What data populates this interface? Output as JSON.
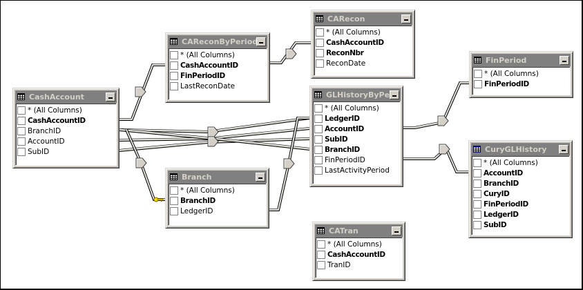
{
  "diagram": {
    "tables": [
      {
        "id": "CashAccount",
        "title": "CashAccount",
        "selected": false,
        "columns": [
          {
            "name": "* (All Columns)",
            "key": false
          },
          {
            "name": "CashAccountID",
            "key": true
          },
          {
            "name": "BranchID",
            "key": false
          },
          {
            "name": "AccountID",
            "key": false
          },
          {
            "name": "SubID",
            "key": false
          }
        ]
      },
      {
        "id": "CAReconByPeriod",
        "title": "CAReconByPeriod",
        "selected": false,
        "columns": [
          {
            "name": "* (All Columns)",
            "key": false
          },
          {
            "name": "CashAccountID",
            "key": true
          },
          {
            "name": "FinPeriodID",
            "key": true
          },
          {
            "name": "LastReconDate",
            "key": false
          }
        ]
      },
      {
        "id": "CARecon",
        "title": "CARecon",
        "selected": false,
        "columns": [
          {
            "name": "* (All Columns)",
            "key": false
          },
          {
            "name": "CashAccountID",
            "key": true
          },
          {
            "name": "ReconNbr",
            "key": true
          },
          {
            "name": "ReconDate",
            "key": false
          }
        ]
      },
      {
        "id": "FinPeriod",
        "title": "FinPeriod",
        "selected": false,
        "columns": [
          {
            "name": "* (All Columns)",
            "key": false
          },
          {
            "name": "FinPeriodID",
            "key": true
          }
        ]
      },
      {
        "id": "GLHistoryByPeriod",
        "title": "GLHistoryByPeriod",
        "selected": false,
        "columns": [
          {
            "name": "* (All Columns)",
            "key": false
          },
          {
            "name": "LedgerID",
            "key": true
          },
          {
            "name": "AccountID",
            "key": true
          },
          {
            "name": "SubID",
            "key": true
          },
          {
            "name": "BranchID",
            "key": true
          },
          {
            "name": "FinPeriodID",
            "key": false
          },
          {
            "name": "LastActivityPeriod",
            "key": false
          }
        ]
      },
      {
        "id": "CuryGLHistory",
        "title": "CuryGLHistory",
        "selected": true,
        "columns": [
          {
            "name": "* (All Columns)",
            "key": false
          },
          {
            "name": "AccountID",
            "key": true
          },
          {
            "name": "BranchID",
            "key": true
          },
          {
            "name": "CuryID",
            "key": true
          },
          {
            "name": "FinPeriodID",
            "key": true
          },
          {
            "name": "LedgerID",
            "key": true
          },
          {
            "name": "SubID",
            "key": true
          }
        ]
      },
      {
        "id": "Branch",
        "title": "Branch",
        "selected": false,
        "columns": [
          {
            "name": "* (All Columns)",
            "key": false
          },
          {
            "name": "BranchID",
            "key": true
          },
          {
            "name": "LedgerID",
            "key": false
          }
        ]
      },
      {
        "id": "CATran",
        "title": "CATran",
        "selected": false,
        "columns": [
          {
            "name": "* (All Columns)",
            "key": false
          },
          {
            "name": "CashAccountID",
            "key": true
          },
          {
            "name": "TranID",
            "key": false
          }
        ]
      }
    ],
    "relationships": [
      {
        "from": "CashAccount",
        "to": "CAReconByPeriod",
        "type": "join"
      },
      {
        "from": "CAReconByPeriod",
        "to": "CARecon",
        "type": "join"
      },
      {
        "from": "CashAccount",
        "to": "GLHistoryByPeriod",
        "type": "join"
      },
      {
        "from": "CashAccount",
        "to": "GLHistoryByPeriod",
        "type": "join"
      },
      {
        "from": "CashAccount",
        "to": "Branch",
        "type": "key-join"
      },
      {
        "from": "Branch",
        "to": "GLHistoryByPeriod",
        "type": "join"
      },
      {
        "from": "GLHistoryByPeriod",
        "to": "FinPeriod",
        "type": "join"
      },
      {
        "from": "GLHistoryByPeriod",
        "to": "CuryGLHistory",
        "type": "join"
      }
    ],
    "icons": {
      "table": "table-grid-icon",
      "minimize": "minimize-icon",
      "join": "diamond-join-icon",
      "key": "key-icon"
    },
    "colors": {
      "title_bar": "#808080",
      "title_text": "#d4d0c8",
      "panel": "#d4d0c8",
      "key_icon": "#f0e000"
    }
  }
}
